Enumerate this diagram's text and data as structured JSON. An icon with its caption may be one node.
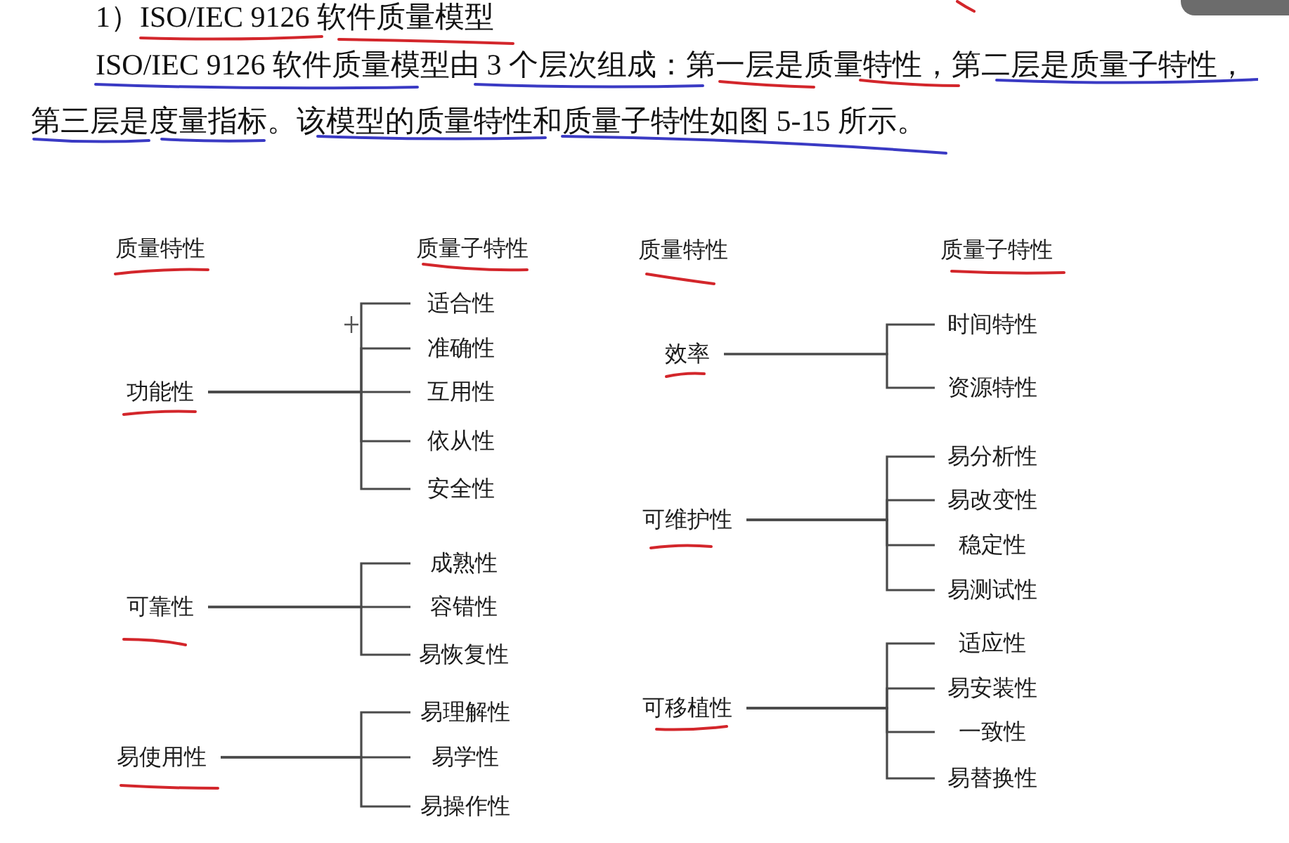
{
  "diagram": {
    "title": "1）ISO/IEC 9126 软件质量模型",
    "nodes": [
      {
        "text": [
          "功能性"
        ]
      },
      {
        "text": [
          "适合性"
        ]
      },
      {
        "text": [
          "准确性"
        ]
      },
      {
        "text": [
          "互用性"
        ]
      },
      {
        "text": [
          "依从性"
        ]
      },
      {
        "text": [
          "安全性"
        ]
      },
      {
        "text": [
          "可靠性"
        ]
      },
      {
        "text": [
          "成熟性"
        ]
      },
      {
        "text": [
          "容错性"
        ]
      },
      {
        "text": [
          "易恢复性"
        ]
      },
      {
        "text": [
          "易使用性"
        ]
      },
      {
        "text": [
          "易理解性"
        ]
      },
      {
        "text": [
          "易学性"
        ]
      },
      {
        "text": [
          "易操作性"
        ]
      },
      {
        "text": [
          "效率"
        ]
      },
      {
        "text": [
          "时间特性"
        ]
      },
      {
        "text": [
          "资源特性"
        ]
      },
      {
        "text": [
          "可维护性"
        ]
      },
      {
        "text": [
          "易分析性"
        ]
      },
      {
        "text": [
          "易改变性"
        ]
      },
      {
        "text": [
          "稳定性"
        ]
      },
      {
        "text": [
          "易测试性"
        ]
      },
      {
        "text": [
          "可移植性"
        ]
      },
      {
        "text": [
          "适应性"
        ]
      },
      {
        "text": [
          "易安装性"
        ]
      },
      {
        "text": [
          "一致性"
        ]
      },
      {
        "text": [
          "易替换性"
        ]
      }
    ],
    "edges": [
      {
        "from": 0,
        "to": 1,
        "arrow": "none"
      },
      {
        "from": 0,
        "to": 2,
        "arrow": "none"
      },
      {
        "from": 0,
        "to": 3,
        "arrow": "none"
      },
      {
        "from": 0,
        "to": 4,
        "arrow": "none"
      },
      {
        "from": 0,
        "to": 5,
        "arrow": "none"
      },
      {
        "from": 6,
        "to": 7,
        "arrow": "none"
      },
      {
        "from": 6,
        "to": 8,
        "arrow": "none"
      },
      {
        "from": 6,
        "to": 9,
        "arrow": "none"
      },
      {
        "from": 10,
        "to": 11,
        "arrow": "none"
      },
      {
        "from": 10,
        "to": 12,
        "arrow": "none"
      },
      {
        "from": 10,
        "to": 13,
        "arrow": "none"
      },
      {
        "from": 14,
        "to": 15,
        "arrow": "none"
      },
      {
        "from": 14,
        "to": 16,
        "arrow": "none"
      },
      {
        "from": 17,
        "to": 18,
        "arrow": "none"
      },
      {
        "from": 17,
        "to": 19,
        "arrow": "none"
      },
      {
        "from": 17,
        "to": 20,
        "arrow": "none"
      },
      {
        "from": 17,
        "to": 21,
        "arrow": "none"
      },
      {
        "from": 22,
        "to": 23,
        "arrow": "none"
      },
      {
        "from": 22,
        "to": 24,
        "arrow": "none"
      },
      {
        "from": 22,
        "to": 25,
        "arrow": "none"
      },
      {
        "from": 22,
        "to": 26,
        "arrow": "none"
      }
    ],
    "labels": [
      "ISO/IEC 9126 软件质量模型由 3 个层次组成：第一层是质量特性，第二层是质量子特性，第三层是度量指标。该模型的质量特性和质量子特性如图 5-15 所示。",
      "质量特性",
      "质量子特性",
      "质量特性",
      "质量子特性"
    ]
  }
}
